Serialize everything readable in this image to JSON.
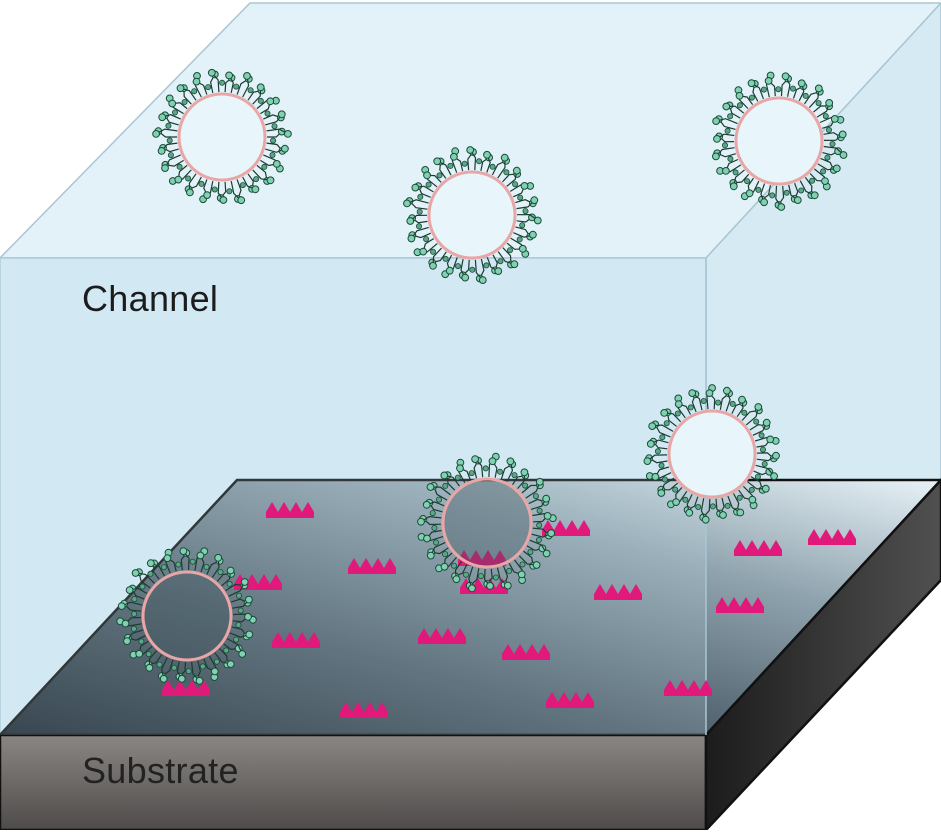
{
  "labels": {
    "channel": "Channel",
    "substrate": "Substrate"
  },
  "colors": {
    "channel_fill": "#dceef6",
    "channel_edge": "#a9c6d3",
    "substrate_top_dark": "#1a2630",
    "substrate_top_light": "#e6f1f6",
    "substrate_front": "#6f6b69",
    "substrate_side": "#2f2f2f",
    "receptor": "#e0197a",
    "vesicle_membrane": "#e8a6a6",
    "vesicle_ligand": "#2f7a5a",
    "vesicle_ligand_tip": "#7fd1b2"
  },
  "elements": {
    "vesicles_free_count": 4,
    "vesicles_bound_count": 2,
    "receptors_count": 16
  }
}
